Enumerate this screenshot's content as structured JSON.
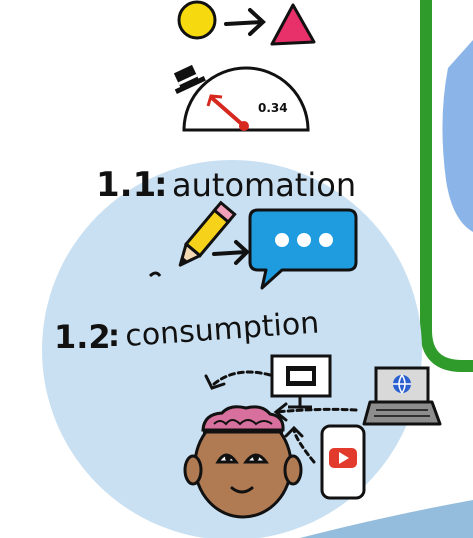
{
  "top_flow": {
    "from_shape": "circle",
    "to_shape": "triangle",
    "from_color": "#f6d90f",
    "to_color": "#e8306a"
  },
  "gauge": {
    "value_label": "0.34",
    "needle_color": "#d6281e"
  },
  "section_1": {
    "number": "1.1",
    "separator": ":",
    "title": "automation",
    "chat_color": "#1f9be0"
  },
  "section_2": {
    "number": "1.2",
    "separator": ":",
    "title": "consumption",
    "play_color": "#e23a2c"
  },
  "colors": {
    "circle_bg": "#c9e0f2",
    "panel_border": "#2e9b2a",
    "panel_fill": "#8bb4e8",
    "skin": "#b07a52",
    "brain": "#d7709c"
  }
}
